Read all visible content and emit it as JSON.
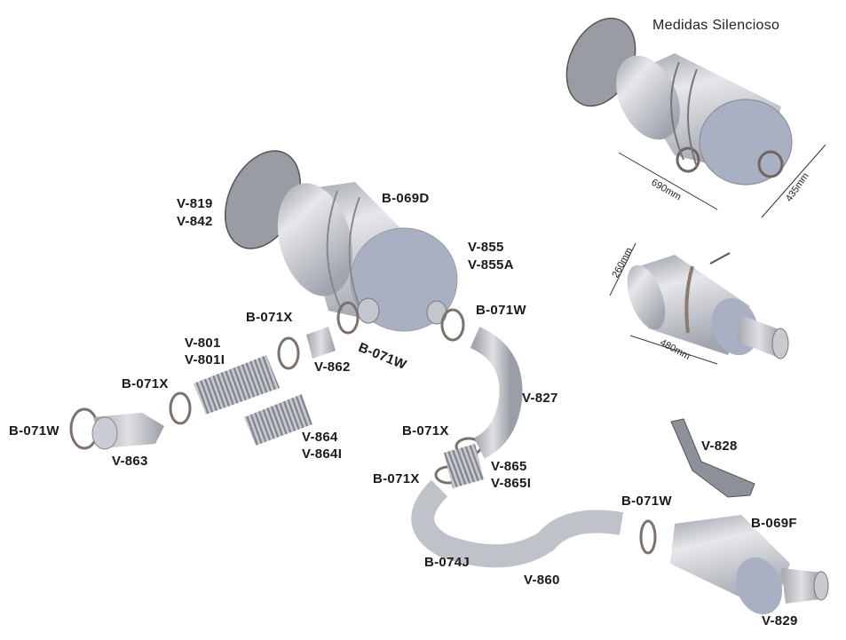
{
  "title": "Medidas Silencioso",
  "dimensions": {
    "length_large": "690mm",
    "diameter_large": "435mm",
    "diameter_small": "260mm",
    "length_small": "480mm"
  },
  "labels": {
    "v819": "V-819",
    "v842": "V-842",
    "b069d": "B-069D",
    "v855": "V-855",
    "v855a": "V-855A",
    "b071w_outlet": "B-071W",
    "b071x_top": "B-071X",
    "v801": "V-801",
    "v801i": "V-801I",
    "b071w_inlet": "B-071W",
    "v862": "V-862",
    "b071x_left": "B-071X",
    "v827": "V-827",
    "b071w_left": "B-071W",
    "v864": "V-864",
    "v864i": "V-864I",
    "v863": "V-863",
    "b071x_mid": "B-071X",
    "v828": "V-828",
    "v865": "V-865",
    "v865i": "V-865I",
    "b071x_low": "B-071X",
    "b071w_right": "B-071W",
    "b069f": "B-069F",
    "b074j": "B-074J",
    "v860": "V-860",
    "v829": "V-829"
  },
  "colors": {
    "metal": "#b9bcc4",
    "metal_dark": "#8e929c",
    "end_cap": "#a9afc4",
    "clamp": "#8a7a72",
    "text": "#1a1a1a"
  }
}
